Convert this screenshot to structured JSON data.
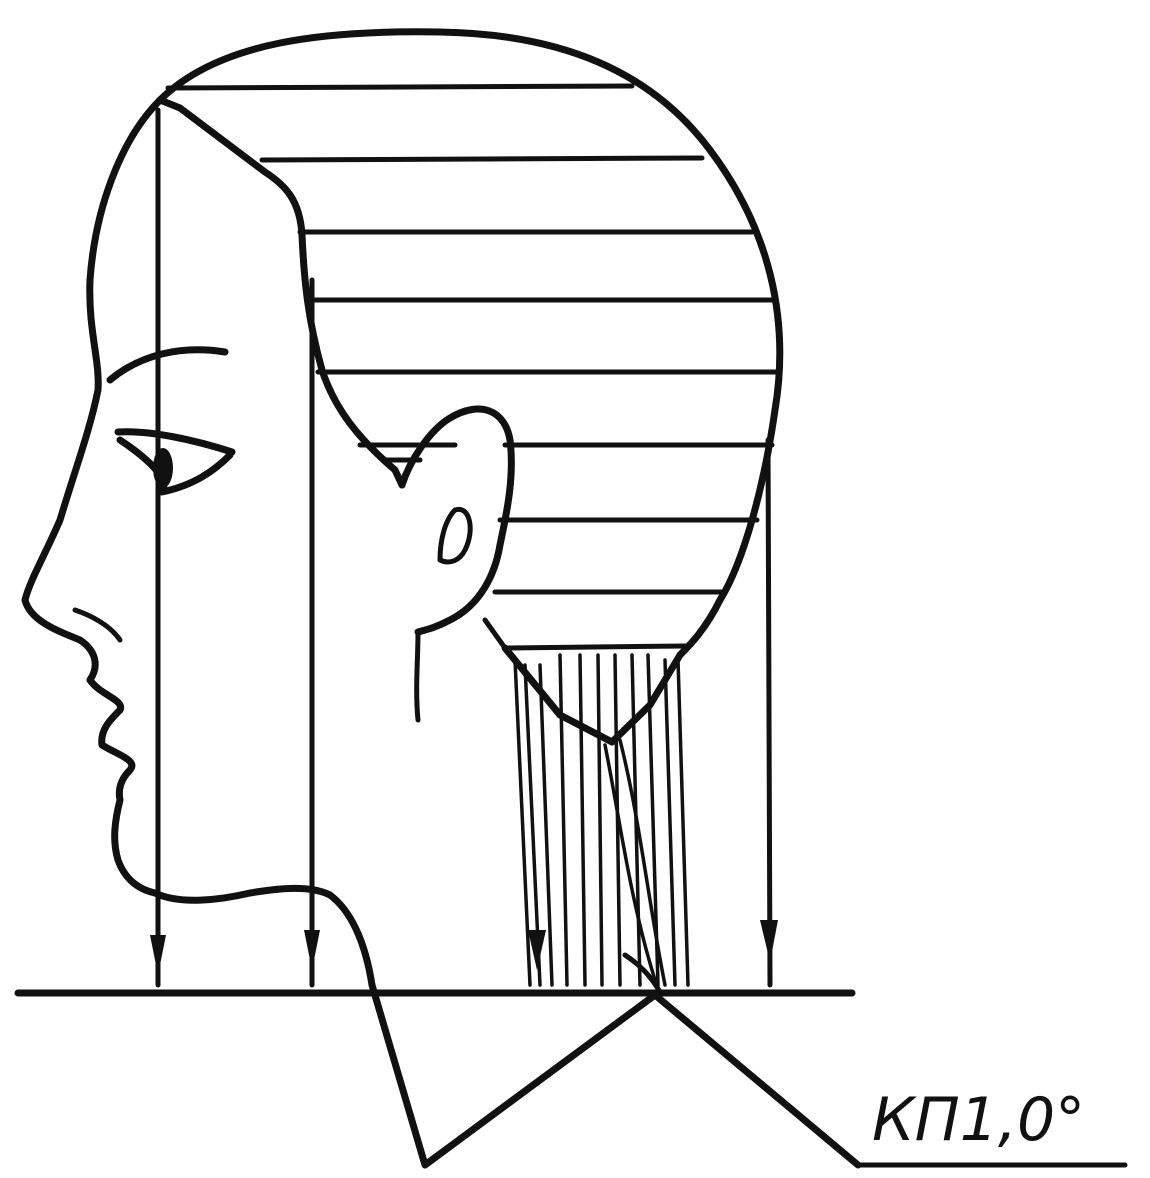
{
  "diagram": {
    "label": "КП1,0°",
    "colors": {
      "ink": "#111111",
      "background": "#ffffff"
    },
    "parts": [
      "head-outline",
      "face-profile",
      "eye",
      "eyebrow",
      "ear",
      "neck",
      "hair-horizontal-lines",
      "hair-vertical-strands",
      "fall-lines-with-arrows",
      "ground-line",
      "angle-lines",
      "label-underline"
    ]
  }
}
